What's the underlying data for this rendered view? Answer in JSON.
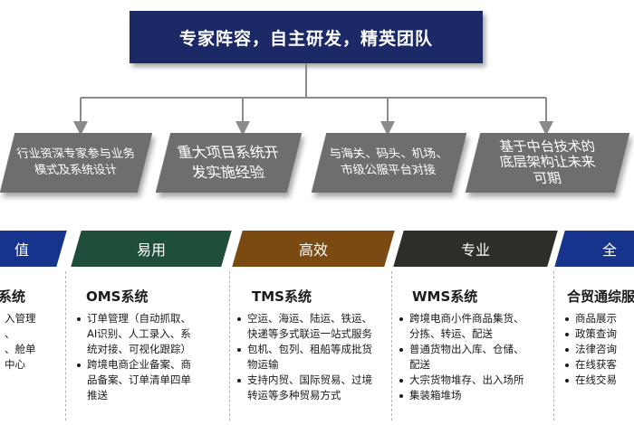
{
  "title": "专家阵容，自主研发，精英团队",
  "colors": {
    "title_bg": "#1b2a66",
    "parallelogram": "#6e6e6e",
    "col1": "#16348c",
    "col2": "#1f4f3a",
    "col3": "#7a4a12",
    "col4": "#2f2f2a",
    "col5": "#16348c"
  },
  "strengths": [
    {
      "lines": [
        "行业资深专家参与业务",
        "模式及系统设计"
      ]
    },
    {
      "lines": [
        "重大项目系统开",
        "发实施经验"
      ]
    },
    {
      "lines": [
        "与海关、码头、机场、",
        "市级公服平台对接"
      ]
    },
    {
      "lines": [
        "基于中台技术的",
        "底层架构让未来",
        "可期"
      ]
    }
  ],
  "columns": [
    {
      "banner": "值",
      "title": "系统",
      "items": [
        {
          "lines": [
            "入管理"
          ]
        },
        {
          "lines": [
            "、"
          ]
        },
        {
          "lines": [
            "、舱单"
          ]
        },
        {
          "lines": [
            ""
          ]
        },
        {
          "lines": [
            "中心"
          ]
        }
      ]
    },
    {
      "banner": "易用",
      "title": "OMS系统",
      "items": [
        {
          "lines": [
            "订单管理（自动抓取、",
            "AI识别、人工录入、系",
            "统对接、可视化跟踪）"
          ]
        },
        {
          "lines": [
            "跨境电商企业备案、商",
            "品备案、订单清单四单",
            "推送"
          ]
        }
      ]
    },
    {
      "banner": "高效",
      "title": "TMS系统",
      "items": [
        {
          "lines": [
            "空运、海运、陆运、铁运、",
            "快递等多式联运一站式服务"
          ]
        },
        {
          "lines": [
            "包机、包列、租船等成批货",
            "物运输"
          ]
        },
        {
          "lines": [
            "支持内贸、国际贸易、过境",
            "转运等多种贸易方式"
          ]
        }
      ]
    },
    {
      "banner": "专业",
      "title": "WMS系统",
      "items": [
        {
          "lines": [
            "跨境电商小件商品集货、",
            "分拣、转运、配送"
          ]
        },
        {
          "lines": [
            "普通货物出入库、仓储、",
            "配送"
          ]
        },
        {
          "lines": [
            "大宗货物堆存、出入场所"
          ]
        },
        {
          "lines": [
            "集装箱堆场"
          ]
        }
      ]
    },
    {
      "banner": "全",
      "title": "合贸通综服",
      "items": [
        {
          "lines": [
            "商品展示"
          ]
        },
        {
          "lines": [
            "政策查询"
          ]
        },
        {
          "lines": [
            "法律咨询"
          ]
        },
        {
          "lines": [
            "在线获客"
          ]
        },
        {
          "lines": [
            "在线交易"
          ]
        }
      ]
    }
  ]
}
